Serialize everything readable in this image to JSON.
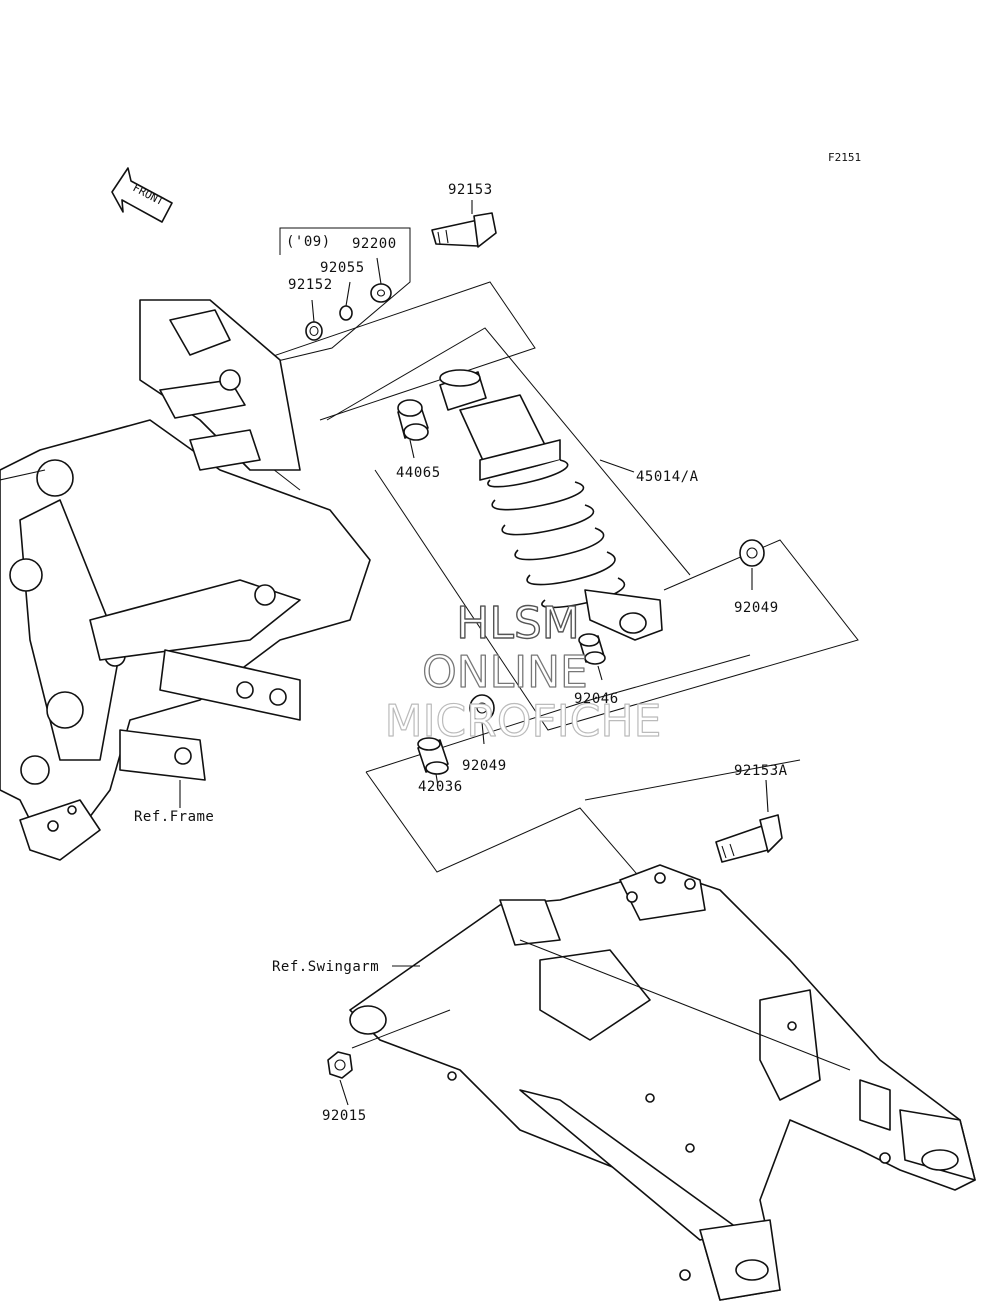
{
  "figure_code": "F2151",
  "front_arrow_text": "FRONT",
  "year_note": "('09)",
  "watermark": {
    "line1": "HLSM",
    "line2": "ONLINE",
    "line3": "MICROFICHE"
  },
  "parts": {
    "p92153": "92153",
    "p92200": "92200",
    "p92055": "92055",
    "p92152": "92152",
    "p44065": "44065",
    "p45014": "45014/A",
    "p92049a": "92049",
    "p92046": "92046",
    "p92049b": "92049",
    "p42036": "42036",
    "p92153a": "92153A",
    "p92015": "92015"
  },
  "refs": {
    "frame": "Ref.Frame",
    "swingarm": "Ref.Swingarm"
  }
}
